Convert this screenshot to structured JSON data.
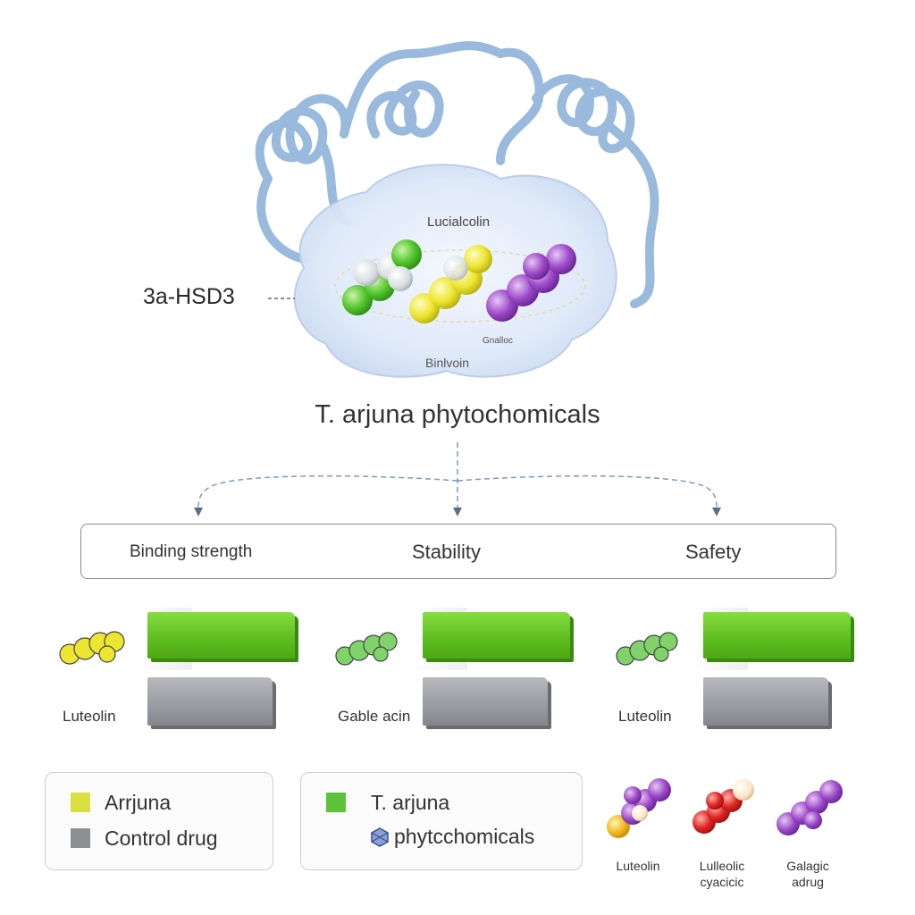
{
  "protein": {
    "name": "3a-HSD3",
    "site_labels": [
      "Lucialcolin",
      "Gnalloc",
      "Binlvoin"
    ]
  },
  "title": "T. arjuna phytochomicals",
  "criteria": [
    "Binding strength",
    "Stability",
    "Safety"
  ],
  "panels": [
    {
      "molecule": "Luteolin",
      "molecule_color": "#e6e030"
    },
    {
      "molecule": "Gable acin",
      "molecule_color": "#7fd36a"
    },
    {
      "molecule": "Luteolin",
      "molecule_color": "#7fd36a"
    }
  ],
  "legend_left": {
    "items": [
      {
        "label": "Arrjuna",
        "color": "#d9e040"
      },
      {
        "label": "Control drug",
        "color": "#8e8f94"
      }
    ]
  },
  "legend_right": {
    "items": [
      {
        "label": "T. arjuna",
        "color": "#5cc23a"
      },
      {
        "label": "phytcchomicals",
        "icon": "molecule-icon"
      }
    ]
  },
  "molecules": [
    {
      "label": "Luteolin"
    },
    {
      "label_line1": "Lulleolic",
      "label_line2": "cyacicic"
    },
    {
      "label_line1": "Galagic",
      "label_line2": "adrug"
    }
  ]
}
